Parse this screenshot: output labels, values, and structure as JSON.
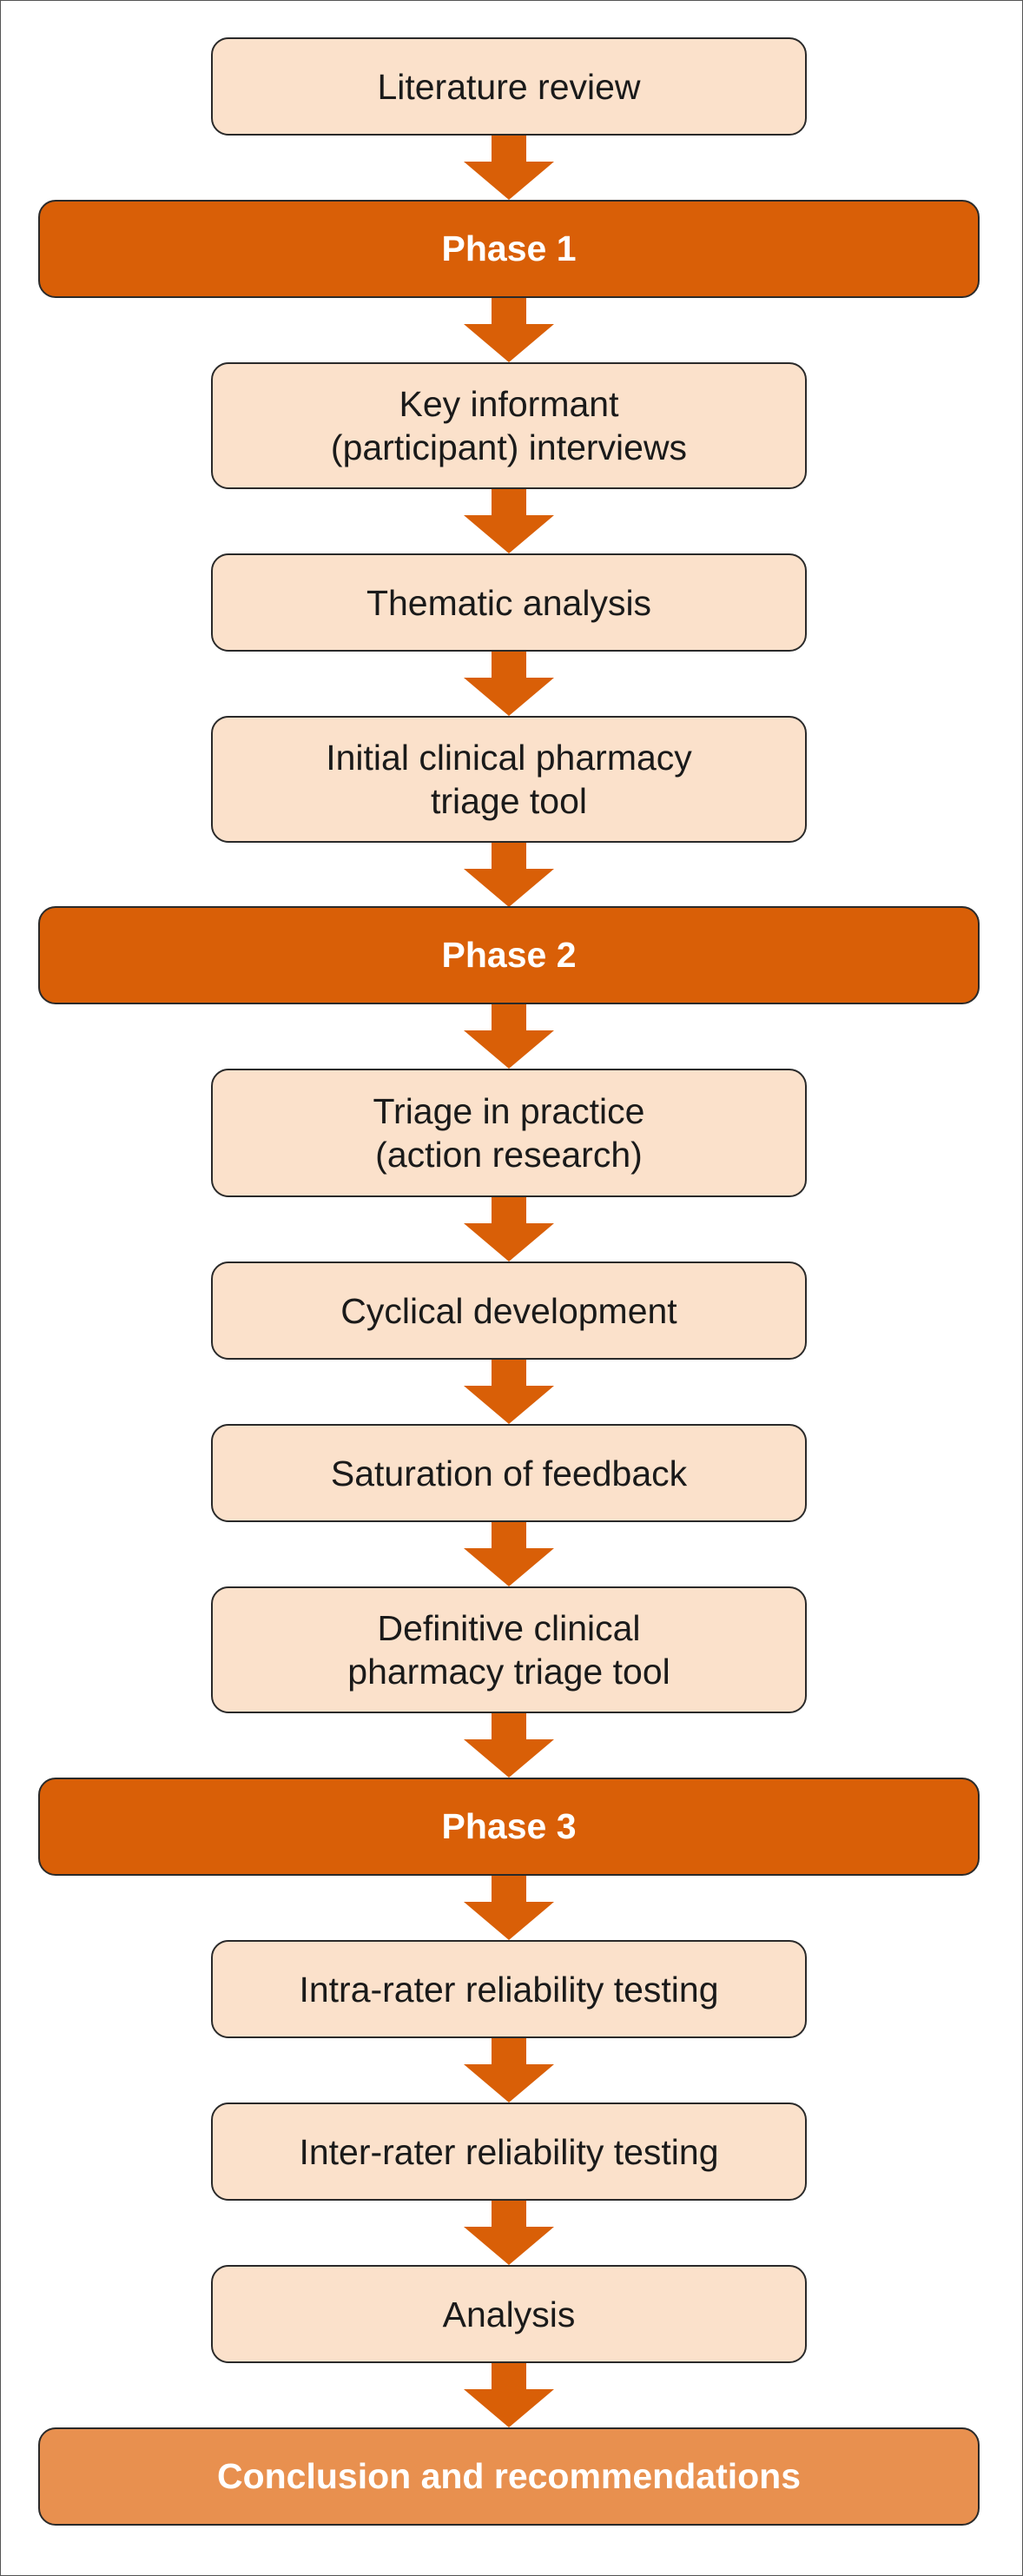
{
  "colors": {
    "step_fill": "#fbe1cb",
    "phase_fill": "#d95f07",
    "conclusion_fill": "#e8904f",
    "arrow": "#d95f07",
    "border": "#2a2a2a"
  },
  "flow": {
    "literature_review": "Literature review",
    "phase1": "Phase 1",
    "key_informant": "Key informant\n(participant) interviews",
    "thematic_analysis": "Thematic analysis",
    "initial_tool": "Initial clinical pharmacy\ntriage tool",
    "phase2": "Phase 2",
    "triage_in_practice": "Triage in practice\n(action research)",
    "cyclical_development": "Cyclical development",
    "saturation": "Saturation of feedback",
    "definitive_tool": "Definitive clinical\npharmacy triage tool",
    "phase3": "Phase 3",
    "intra_rater": "Intra-rater reliability testing",
    "inter_rater": "Inter-rater reliability testing",
    "analysis": "Analysis",
    "conclusion": "Conclusion and recommendations"
  }
}
